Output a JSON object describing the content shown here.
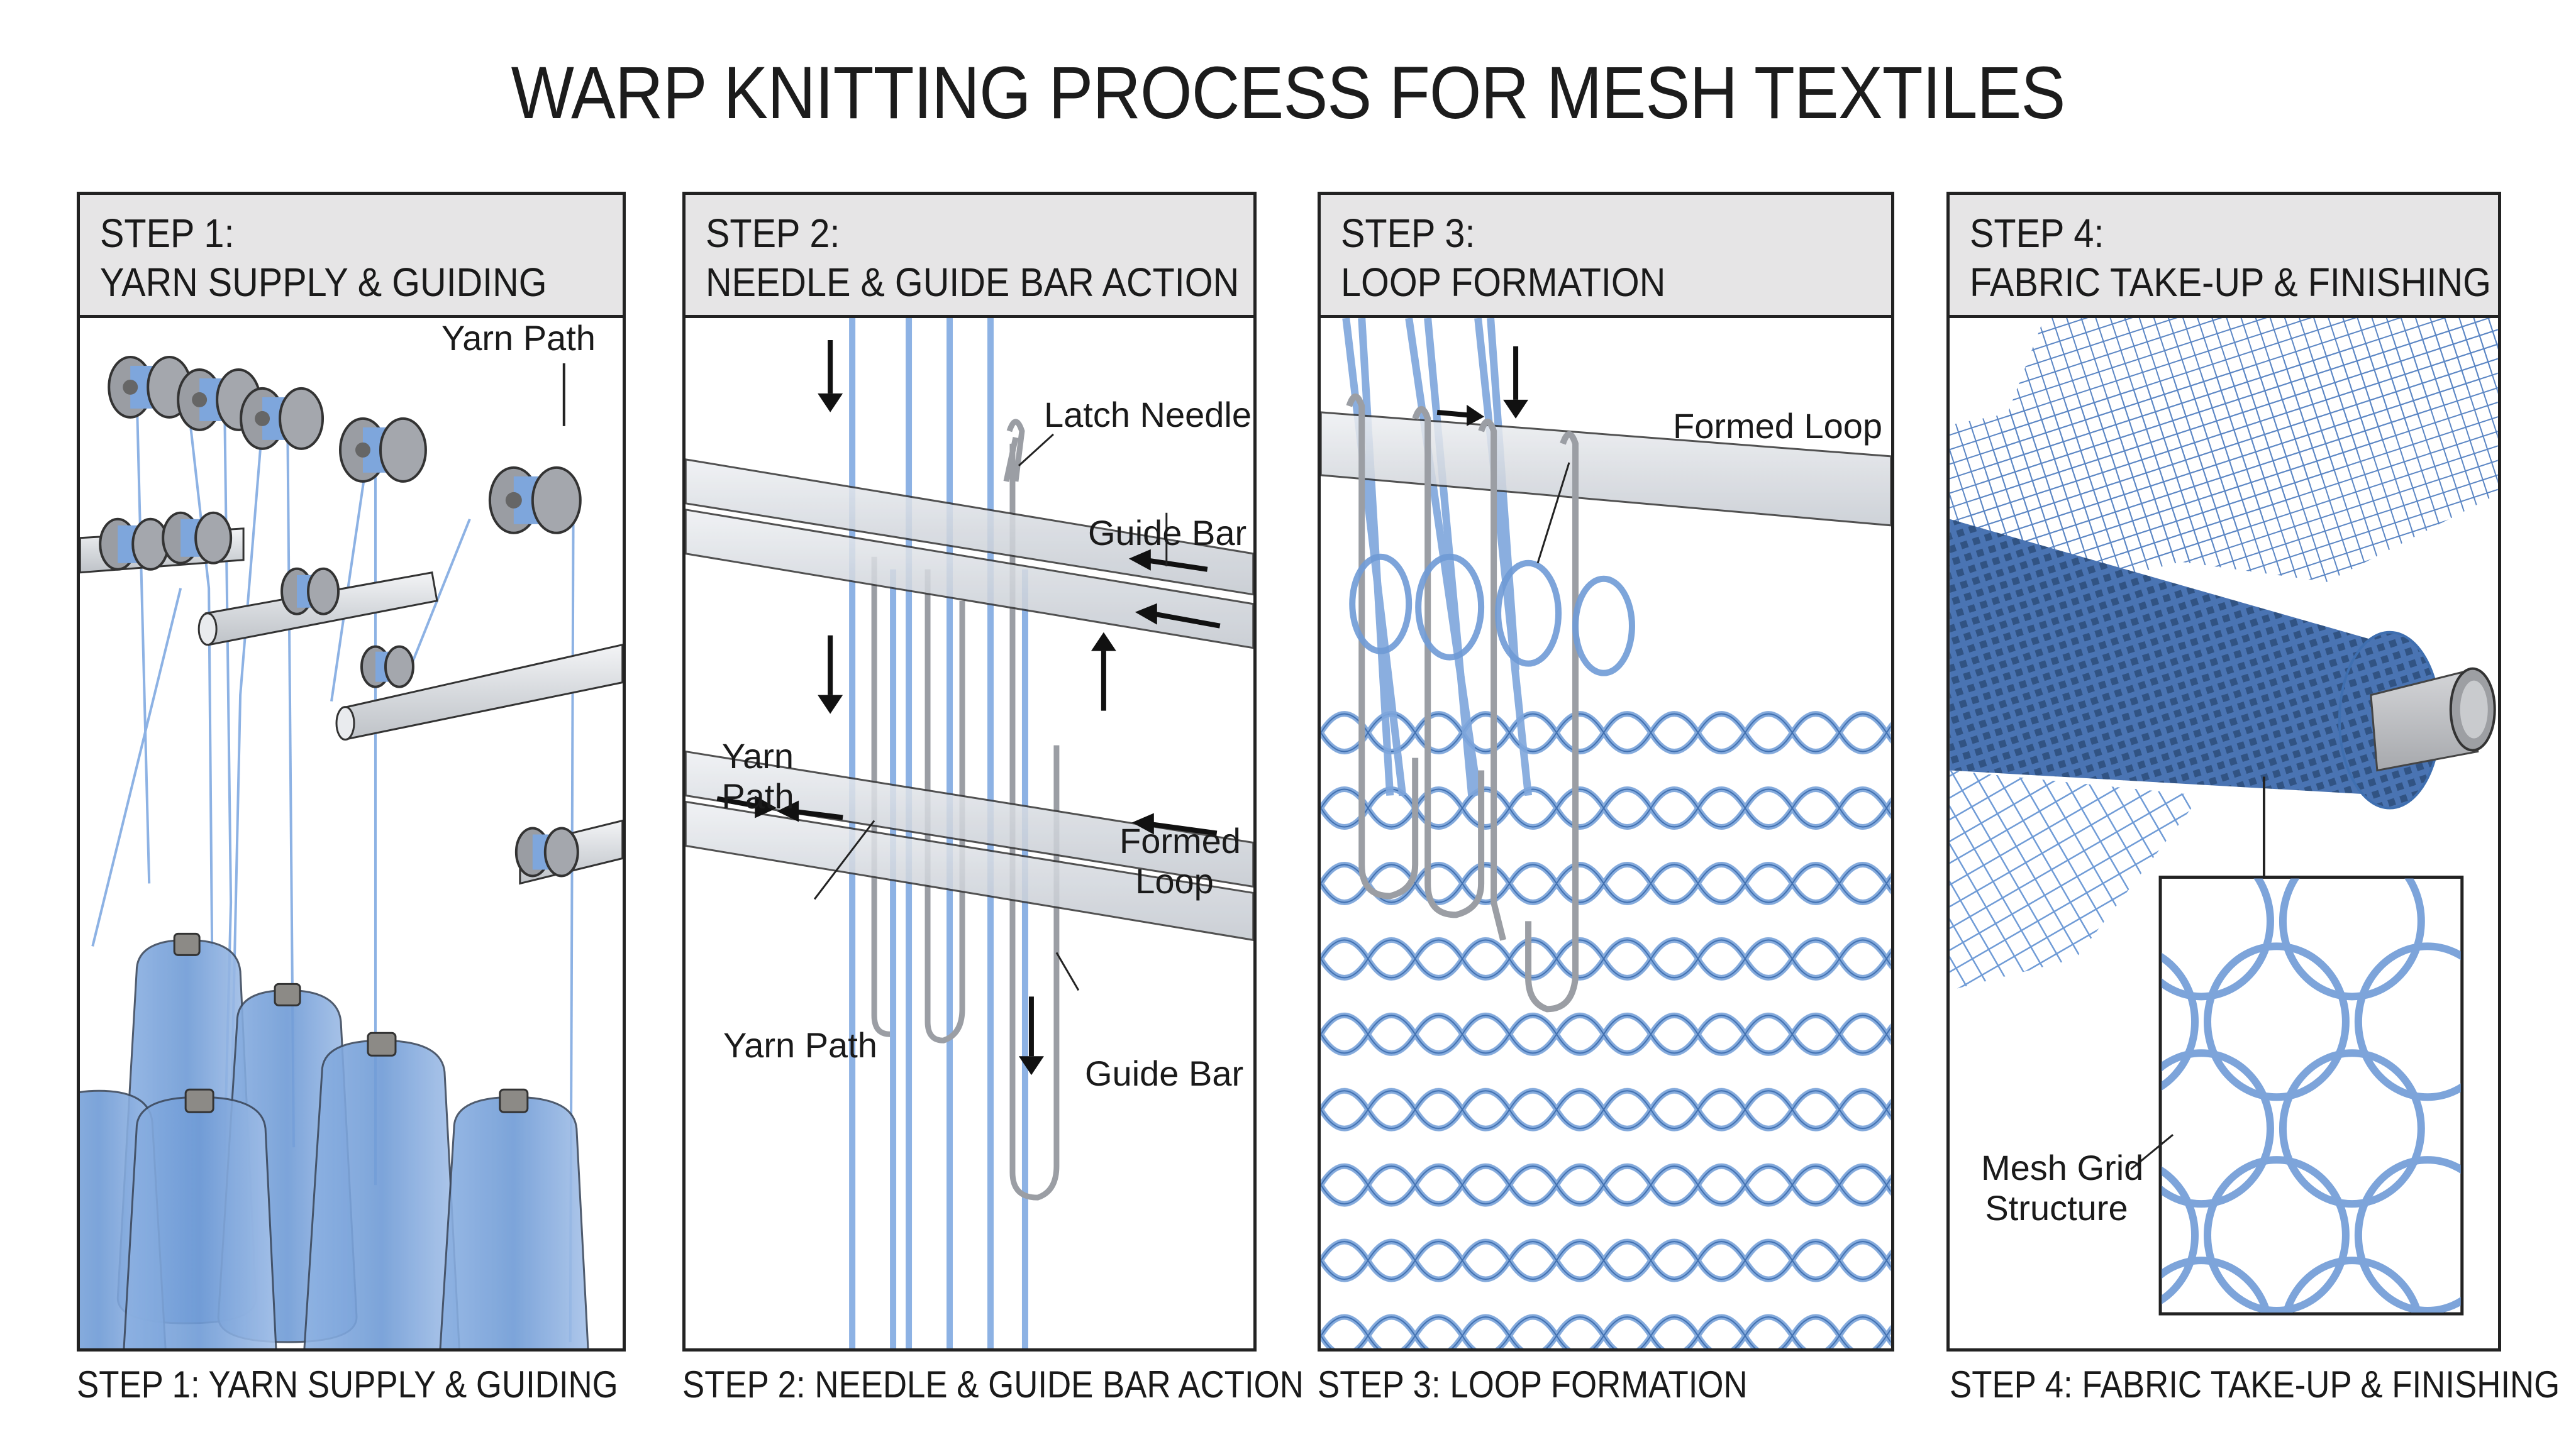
{
  "title": "WARP KNITTING PROCESS FOR MESH TEXTILES",
  "colors": {
    "yarn_blue": "#6f9bd6",
    "yarn_blue_dark": "#3f6fb0",
    "steel": "#a9abb0",
    "header_bg": "#e6e5e6",
    "border": "#222222"
  },
  "panels": [
    {
      "step": "STEP 1:",
      "heading": "YARN SUPPLY & GUIDING",
      "caption": "STEP 1: YARN SUPPLY & GUIDING",
      "labels": [
        "Yarn Path"
      ],
      "illustration": "yarn-cones-and-guide-rollers"
    },
    {
      "step": "STEP 2:",
      "heading": "NEEDLE & GUIDE BAR ACTION",
      "caption": "STEP 2: NEEDLE & GUIDE BAR ACTION",
      "labels": [
        "Latch Needle",
        "Guide Bar",
        "Yarn Path",
        "Formed Loop",
        "Yarn Path",
        "Guide Bar"
      ],
      "illustration": "needles-and-guide-bars"
    },
    {
      "step": "STEP 3:",
      "heading": "LOOP FORMATION",
      "caption": "STEP 3: LOOP FORMATION",
      "labels": [
        "Formed Loop"
      ],
      "illustration": "loops-forming-on-needles"
    },
    {
      "step": "STEP 4:",
      "heading": "FABRIC TAKE-UP & FINISHING",
      "caption": "STEP 4: FABRIC TAKE-UP & FINISHING",
      "labels": [
        "Mesh Grid",
        "Structure"
      ],
      "illustration": "mesh-fabric-roll-with-inset"
    }
  ]
}
